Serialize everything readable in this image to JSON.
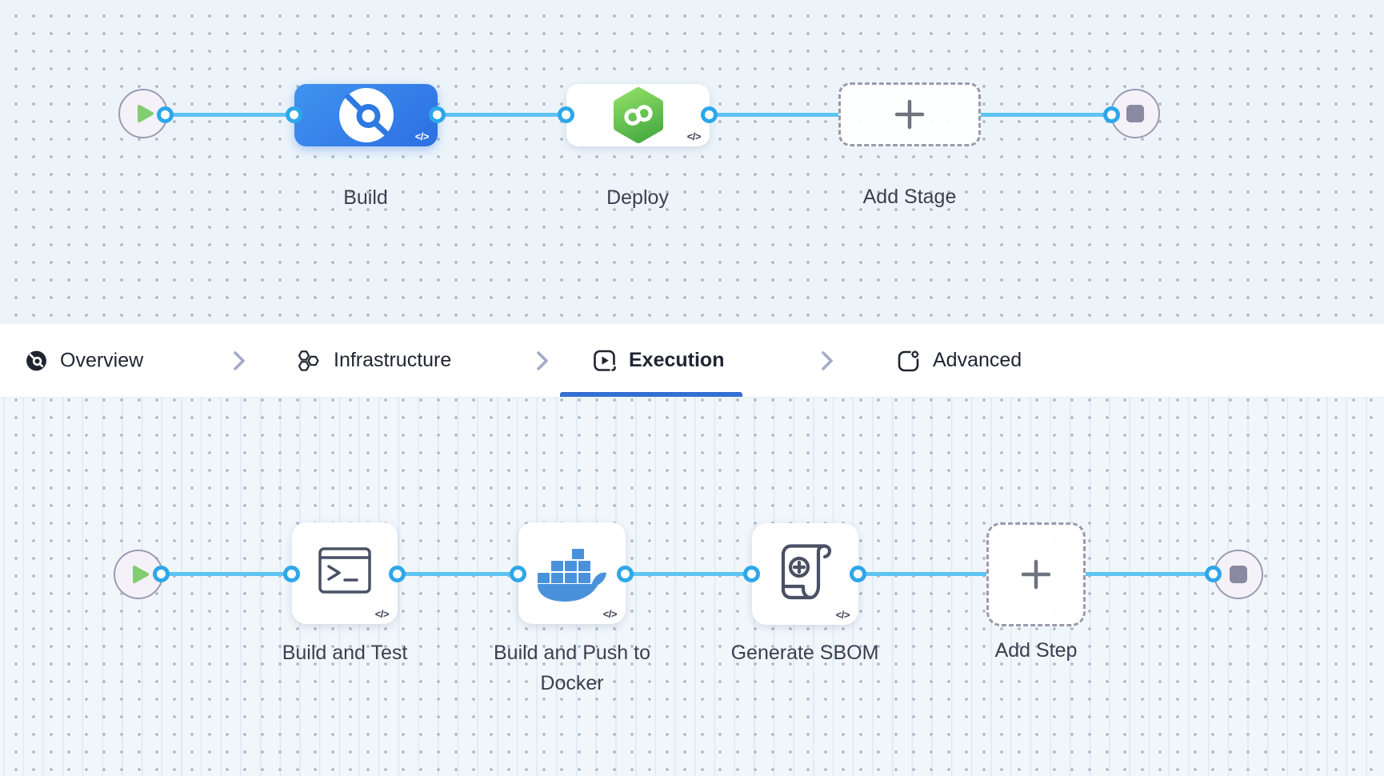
{
  "glyphs": {
    "code_badge": "</>"
  },
  "stage_pipeline": {
    "stages": [
      {
        "name": "build",
        "label": "Build",
        "icon": "ci-build-icon",
        "style": "selected-blue"
      },
      {
        "name": "deploy",
        "label": "Deploy",
        "icon": "cd-hexagon-icon",
        "style": "card"
      },
      {
        "name": "add-stage",
        "label": "Add Stage",
        "icon": "plus-icon",
        "style": "dashed"
      }
    ]
  },
  "tab_bar": {
    "active_tab": "Execution",
    "tabs": [
      {
        "label": "Overview",
        "icon": "overview-icon",
        "active": false
      },
      {
        "label": "Infrastructure",
        "icon": "infrastructure-icon",
        "active": false
      },
      {
        "label": "Execution",
        "icon": "execution-icon",
        "active": true
      },
      {
        "label": "Advanced",
        "icon": "advanced-icon",
        "active": false
      }
    ]
  },
  "step_pipeline": {
    "steps": [
      {
        "name": "build-and-test",
        "label": "Build and Test",
        "icon": "terminal-icon"
      },
      {
        "name": "build-and-push-to-docker",
        "label": "Build and Push to Docker",
        "icon": "docker-icon"
      },
      {
        "name": "generate-sbom",
        "label": "Generate SBOM",
        "icon": "scroll-plus-icon"
      },
      {
        "name": "add-step",
        "label": "Add Step",
        "icon": "plus-icon"
      }
    ]
  },
  "colors": {
    "connector_line": "#5FC4F2",
    "connector_ring": "#2EA7E9",
    "selected_stage_gradient_start": "#3F93F0",
    "selected_stage_gradient_end": "#2D6FE2",
    "active_tab_underline": "#356FD2",
    "canvas_top_bg": "#ECF4FA",
    "canvas_bottom_bg": "#F0F6FA"
  }
}
